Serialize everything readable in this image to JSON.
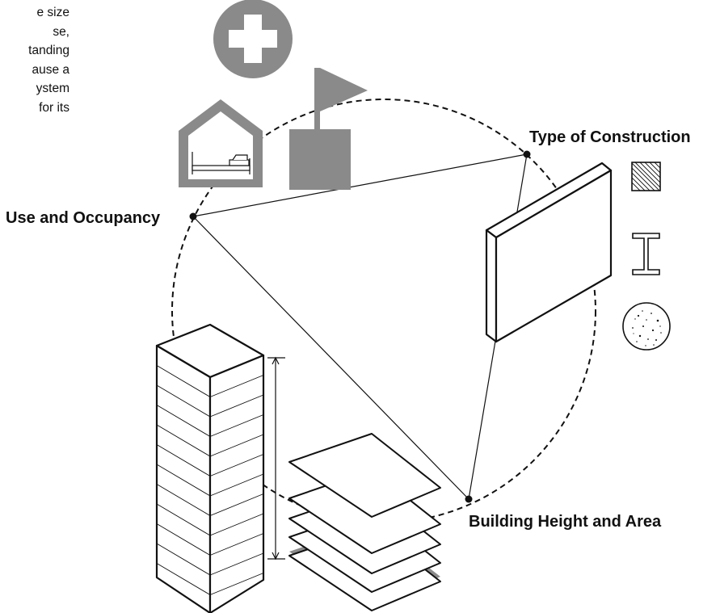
{
  "body_text_fragments": [
    "e size",
    "se,",
    "tanding",
    "ause a",
    "ystem",
    "for its"
  ],
  "labels": {
    "use_and_occupancy": "Use and Occupancy",
    "type_of_construction": "Type of Construction",
    "building_height_and_area": "Building Height and Area"
  },
  "colors": {
    "icon_gray": "#8a8a8a",
    "line": "#111111",
    "background": "#ffffff"
  },
  "icons": [
    "hospital-cross-icon",
    "house-with-bed-icon",
    "flag-on-block-icon",
    "wall-panel-icon",
    "wood-grain-material-icon",
    "steel-i-beam-icon",
    "concrete-material-icon",
    "high-rise-building-icon",
    "stacked-floor-plates-icon"
  ]
}
